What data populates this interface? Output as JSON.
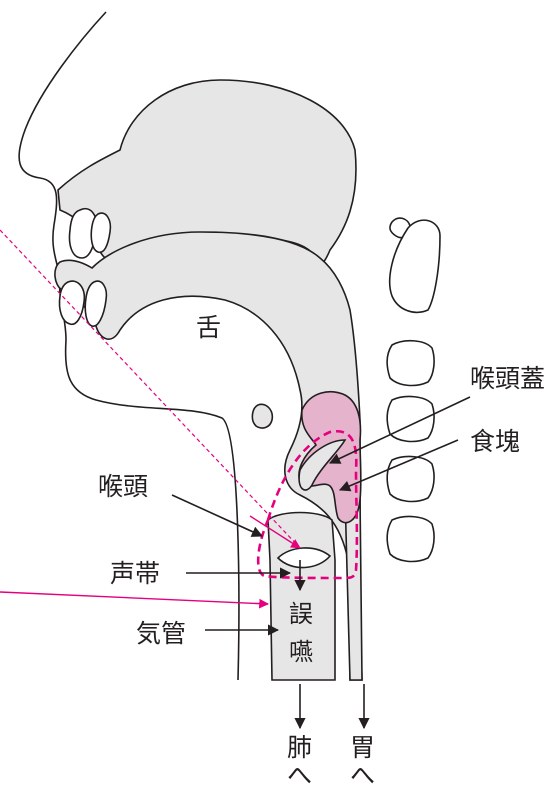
{
  "labels": {
    "tongue": "舌",
    "epiglottis": "喉頭蓋",
    "bolus": "食塊",
    "larynx": "喉頭",
    "vocal_cords": "声帯",
    "trachea": "気管",
    "aspiration_1": "誤",
    "aspiration_2": "嚥",
    "to_lungs_1": "肺",
    "to_lungs_2": "へ",
    "to_stomach_1": "胃",
    "to_stomach_2": "へ"
  },
  "colors": {
    "tissue": "#e6e6e7",
    "bolus": "#e6b3cc",
    "accent": "#e5007e",
    "line": "#231f20"
  }
}
